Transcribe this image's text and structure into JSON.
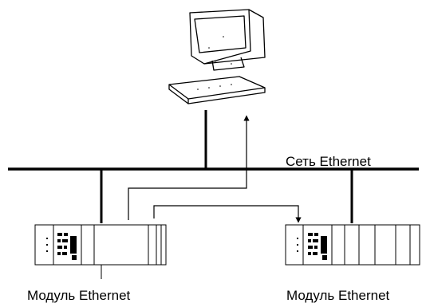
{
  "labels": {
    "network": "Сеть Ethernet",
    "module_left": "Модуль Ethernet",
    "module_right": "Модуль Ethernet"
  },
  "colors": {
    "line": "#000000",
    "background": "#ffffff"
  }
}
